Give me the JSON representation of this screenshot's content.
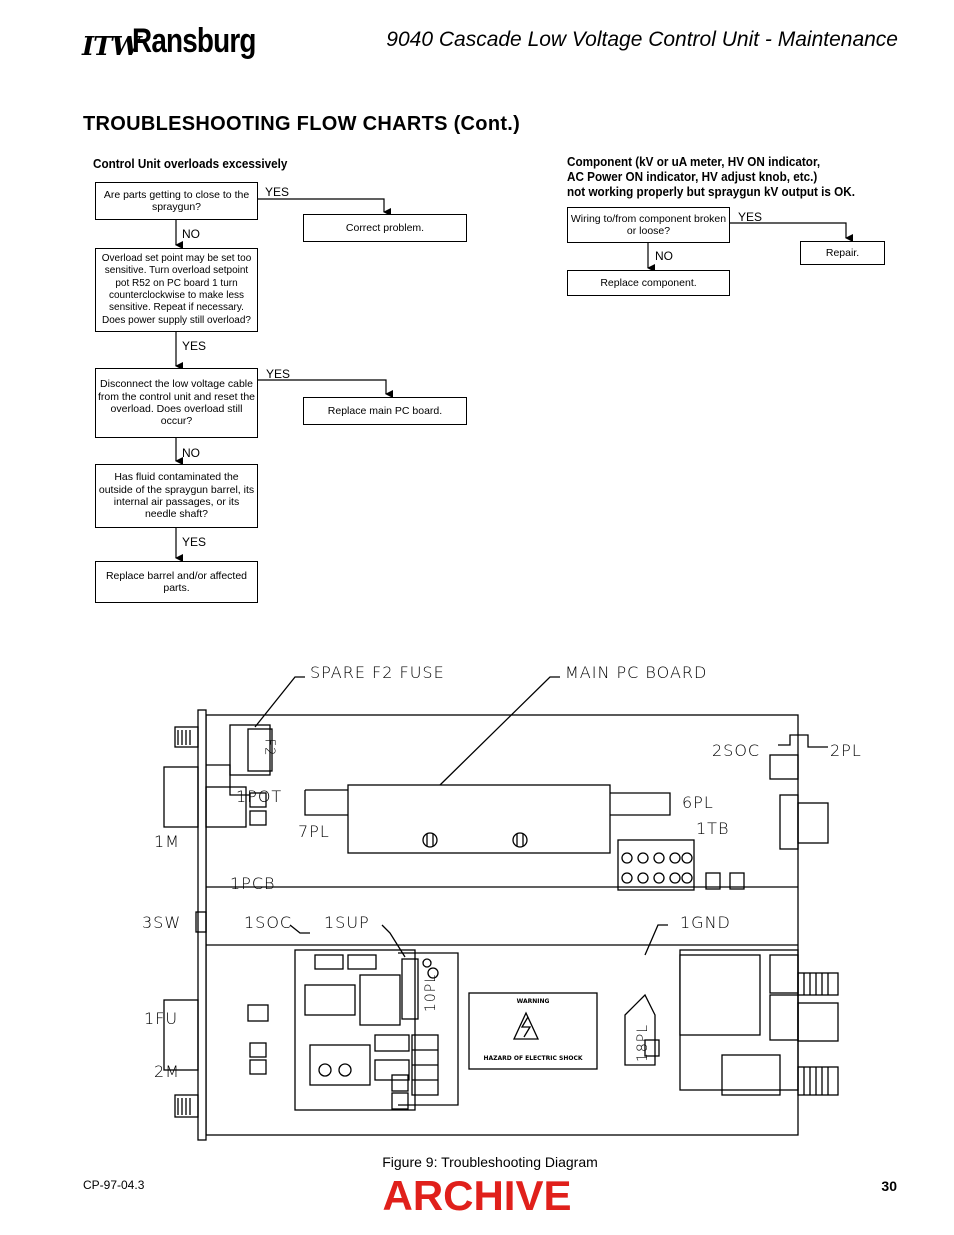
{
  "header": {
    "logo_itw": "ITW",
    "logo_ransburg": "Ransburg",
    "title": "9040 Cascade Low Voltage Control Unit - Maintenance"
  },
  "section_title": "TROUBLESHOOTING FLOW CHARTS (Cont.)",
  "flow_left": {
    "title": "Control Unit overloads excessively",
    "box1": "Are parts getting to close to the spraygun?",
    "box1_yes": "Correct problem.",
    "box2": "Overload set point may be set too sensitive. Turn overload setpoint pot R52 on PC board 1 turn counterclockwise to make less sensitive. Repeat if necessary. Does power supply still overload?",
    "box3": "Disconnect the low voltage cable from the control unit and reset the overload. Does overload still occur?",
    "box3_yes": "Replace main PC board.",
    "box4": "Has fluid contaminated the outside of the spraygun barrel, its internal air passages, or its needle shaft?",
    "box5": "Replace barrel and/or affected parts.",
    "yes": "YES",
    "no": "NO"
  },
  "flow_right": {
    "title_line1": "Component (kV or uA meter, HV ON indicator,",
    "title_line2": "AC Power ON indicator, HV adjust knob, etc.)",
    "title_line3": "not working properly but spraygun kV output is OK.",
    "box1": "Wiring to/from component broken or loose?",
    "box1_yes": "Repair.",
    "box2": "Replace component.",
    "yes": "YES",
    "no": "NO"
  },
  "diagram": {
    "labels": {
      "spare_fuse": "SPARE F2 FUSE",
      "main_pc_board": "MAIN PC BOARD",
      "soc2": "2SOC",
      "pl2": "2PL",
      "pot1": "1POT",
      "pl6": "6PL",
      "pl7": "7PL",
      "tb1": "1TB",
      "m1": "1M",
      "pcb1": "1PCB",
      "sw3": "3SW",
      "soc1": "1SOC",
      "sup1": "1SUP",
      "gnd1": "1GND",
      "fu1": "1FU",
      "m2": "2M",
      "pl10": "10PL",
      "pl18": "18PL",
      "f2": "F2",
      "warning": "WARNING",
      "hazard": "HAZARD OF ELECTRIC SHOCK"
    }
  },
  "caption": "Figure 9:  Troubleshooting Diagram",
  "footer": {
    "doc_number": "CP-97-04.3",
    "page_number": "30",
    "archive": "ARCHIVE"
  }
}
